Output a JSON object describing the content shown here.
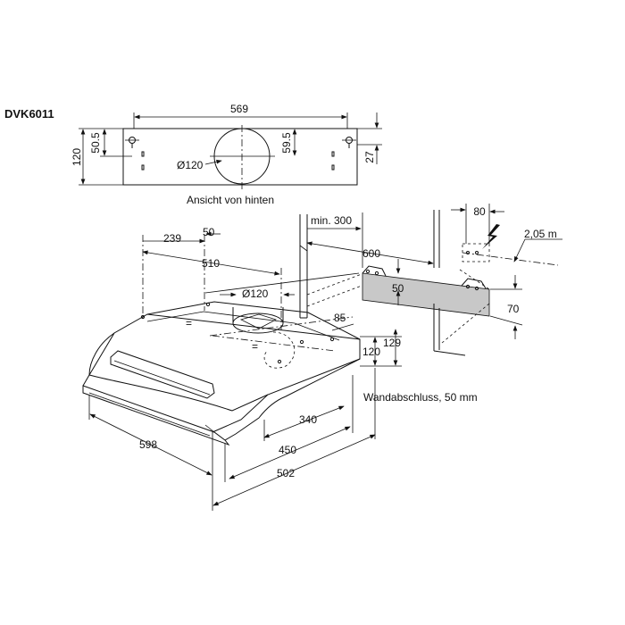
{
  "model": "DVK6011",
  "rear_view": {
    "caption": "Ansicht von hinten",
    "width": "569",
    "height": "120",
    "hole_offset": "50.5",
    "duct_diameter": "Ø120",
    "duct_offset": "59.5",
    "bracket_height": "27"
  },
  "main_view": {
    "dim_239": "239",
    "dim_50_top": "50",
    "dim_510": "510",
    "duct_diameter": "Ø120",
    "min_height": "min. 300",
    "dim_600": "600",
    "dim_50_side": "50",
    "dim_85": "85",
    "dim_129": "129",
    "dim_120": "120",
    "dim_80": "80",
    "dim_205m": "2,05 m",
    "dim_70": "70",
    "wall_gap_note": "Wandabschluss, 50 mm",
    "dim_340": "340",
    "dim_450": "450",
    "dim_598": "598",
    "dim_502": "502"
  },
  "icons": [
    "electrical-connection-icon"
  ]
}
